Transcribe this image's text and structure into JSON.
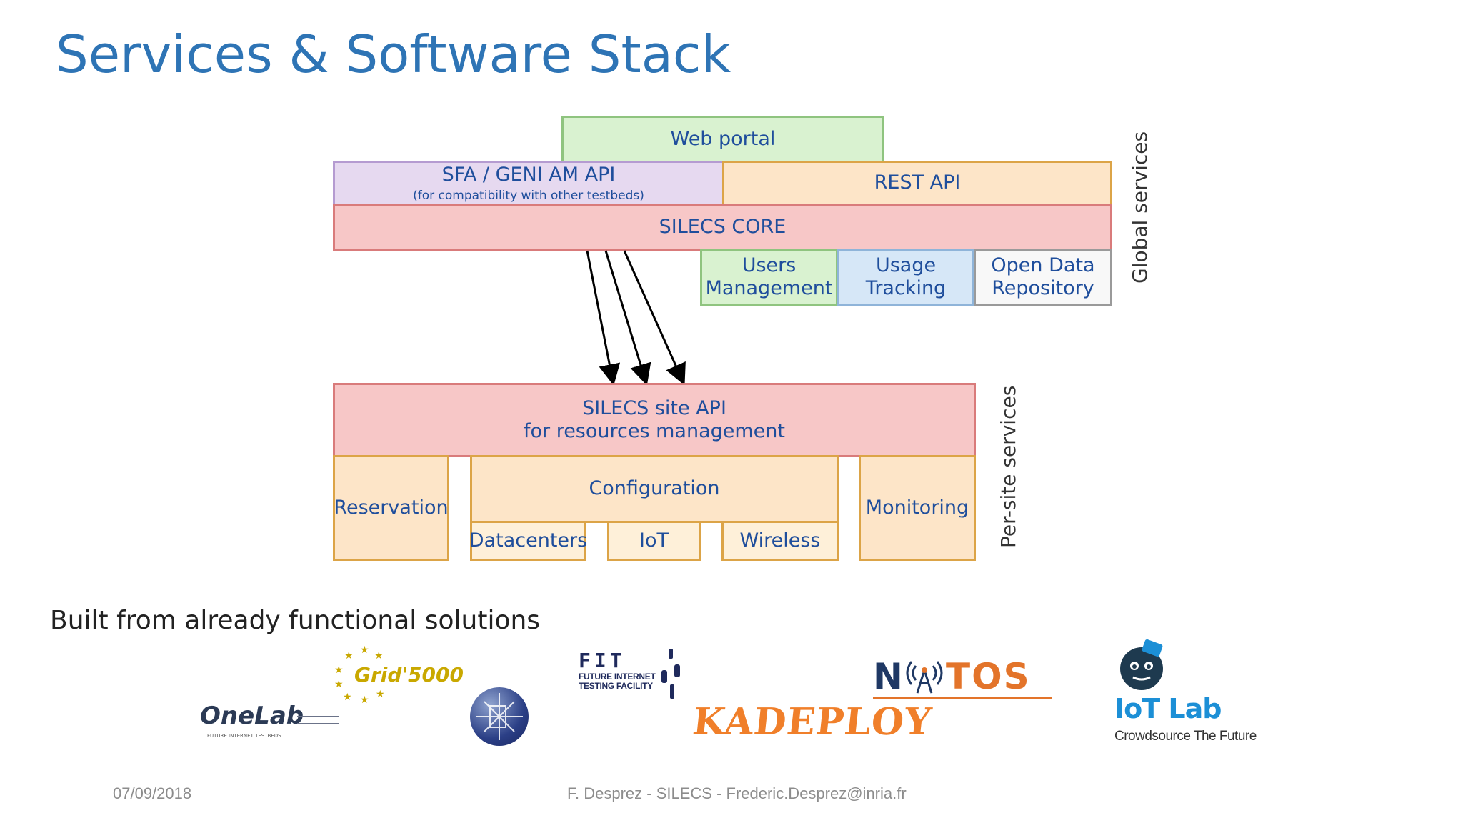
{
  "slide": {
    "title": "Services & Software Stack",
    "subtitle": "Built from already functional solutions",
    "footer_date": "07/09/2018",
    "footer_center": "F. Desprez - SILECS - Frederic.Desprez@inria.fr"
  },
  "diagram": {
    "global": {
      "side_label": "Global services",
      "web_portal": "Web portal",
      "sfa_api": "SFA / GENI AM API",
      "sfa_note": "(for compatibility with other testbeds)",
      "rest_api": "REST API",
      "core": "SILECS CORE",
      "users_line1": "Users",
      "users_line2": "Management",
      "usage_line1": "Usage",
      "usage_line2": "Tracking",
      "opendata_line1": "Open Data",
      "opendata_line2": "Repository"
    },
    "per_site": {
      "side_label": "Per-site services",
      "site_api_line1": "SILECS site API",
      "site_api_line2": "for resources management",
      "reservation": "Reservation",
      "configuration": "Configuration",
      "datacenters": "Datacenters",
      "iot": "IoT",
      "wireless": "Wireless",
      "monitoring": "Monitoring"
    }
  },
  "logos": {
    "grid5000": "Grid'5000",
    "onelab": "OneLab",
    "onelab_sub": "FUTURE INTERNET TESTBEDS",
    "fit": "FIT",
    "fit_line1": "FUTURE INTERNET",
    "fit_line2": "TESTING FACILITY",
    "kadeploy": "KADEPLOY",
    "nitos_left": "N",
    "nitos_right": "TOS",
    "iotlab": "IoT Lab",
    "iotlab_tag": "Crowdsource The Future"
  },
  "colors": {
    "title": "#2e74b5",
    "box_text": "#1f4e9c",
    "grid5000": "#c9a800",
    "kadeploy": "#f07f2a",
    "nitos_blue": "#1f3864",
    "nitos_orange": "#e3742a",
    "iotlab_blue": "#1c8fd6"
  }
}
